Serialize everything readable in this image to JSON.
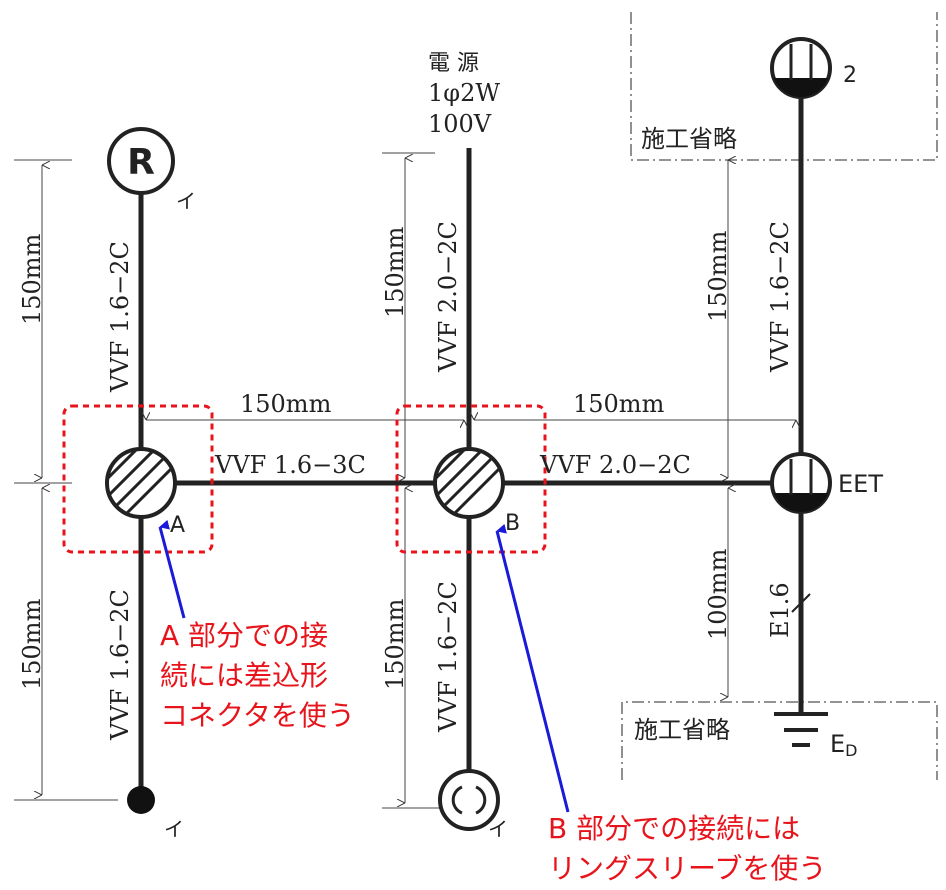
{
  "power": {
    "label1": "電 源",
    "label2": "1φ2W",
    "label3": "100V"
  },
  "omitted": {
    "top": "施工省略",
    "bottom": "施工省略"
  },
  "labels": {
    "light_r": "R",
    "i_top": "イ",
    "i_bottom_left": "イ",
    "i_bottom_center": "イ",
    "lamp_2": "2",
    "eet": "EET",
    "ground": "E",
    "ground_sub": "D",
    "box_a": "A",
    "box_b": "B"
  },
  "cables": {
    "left_upper": "VVF 1.6−2C",
    "left_lower": "VVF 1.6−2C",
    "center_upper": "VVF 2.0−2C",
    "center_lower": "VVF 1.6−2C",
    "right_upper": "VVF 1.6−2C",
    "horiz_left": "VVF 1.6−3C",
    "horiz_right": "VVF 2.0−2C",
    "ground_wire": "E1.6"
  },
  "dims": {
    "left_upper": "150mm",
    "left_lower": "150mm",
    "center_upper": "150mm",
    "center_lower": "150mm",
    "right_upper": "150mm",
    "right_lower": "100mm",
    "horiz_left": "150mm",
    "horiz_right": "150mm"
  },
  "notes": {
    "a_line1": "A 部分での接",
    "a_line2": "続には差込形",
    "a_line3": "コネクタを使う",
    "b_line1": "B 部分での接続には",
    "b_line2": "リングスリーブを使う"
  },
  "colors": {
    "line": "#222222",
    "note": "#e8141b",
    "arrow": "#1a1adb",
    "dash_box": "#e8141b"
  }
}
